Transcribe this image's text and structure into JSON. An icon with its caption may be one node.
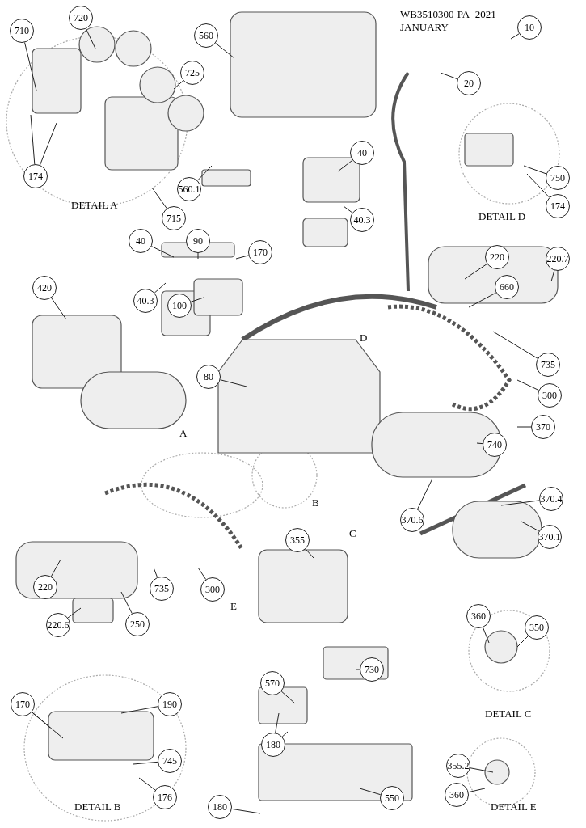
{
  "diagram": {
    "nodes": [
      {
        "text": [
          "710"
        ]
      },
      {
        "text": [
          "720"
        ]
      },
      {
        "text": [
          "560"
        ]
      },
      {
        "text": [
          "10"
        ]
      },
      {
        "text": [
          "725"
        ]
      },
      {
        "text": [
          "20"
        ]
      },
      {
        "text": [
          "40"
        ]
      },
      {
        "text": [
          "174"
        ]
      },
      {
        "text": [
          "560.1"
        ]
      },
      {
        "text": [
          "750"
        ]
      },
      {
        "text": [
          "174"
        ]
      },
      {
        "text": [
          "715"
        ]
      },
      {
        "text": [
          "40.3"
        ]
      },
      {
        "text": [
          "40"
        ]
      },
      {
        "text": [
          "90"
        ]
      },
      {
        "text": [
          "170"
        ]
      },
      {
        "text": [
          "220"
        ]
      },
      {
        "text": [
          "220.7"
        ]
      },
      {
        "text": [
          "420"
        ]
      },
      {
        "text": [
          "660"
        ]
      },
      {
        "text": [
          "40.3"
        ]
      },
      {
        "text": [
          "100"
        ]
      },
      {
        "text": [
          "735"
        ]
      },
      {
        "text": [
          "80"
        ]
      },
      {
        "text": [
          "300"
        ]
      },
      {
        "text": [
          "370"
        ]
      },
      {
        "text": [
          "740"
        ]
      },
      {
        "text": [
          "370.4"
        ]
      },
      {
        "text": [
          "370.6"
        ]
      },
      {
        "text": [
          "370.1"
        ]
      },
      {
        "text": [
          "355"
        ]
      },
      {
        "text": [
          "220"
        ]
      },
      {
        "text": [
          "735"
        ]
      },
      {
        "text": [
          "300"
        ]
      },
      {
        "text": [
          "360"
        ]
      },
      {
        "text": [
          "220.6"
        ]
      },
      {
        "text": [
          "250"
        ]
      },
      {
        "text": [
          "350"
        ]
      },
      {
        "text": [
          "730"
        ]
      },
      {
        "text": [
          "570"
        ]
      },
      {
        "text": [
          "170"
        ]
      },
      {
        "text": [
          "190"
        ]
      },
      {
        "text": [
          "180"
        ]
      },
      {
        "text": [
          "745"
        ]
      },
      {
        "text": [
          "355.2"
        ]
      },
      {
        "text": [
          "360"
        ]
      },
      {
        "text": [
          "176"
        ]
      },
      {
        "text": [
          "180"
        ]
      },
      {
        "text": [
          "550"
        ]
      }
    ],
    "edges": [
      {
        "from": 0,
        "to": null,
        "arrow": "none"
      },
      {
        "from": 1,
        "to": null,
        "arrow": "none"
      },
      {
        "from": 2,
        "to": null,
        "arrow": "none"
      },
      {
        "from": 3,
        "to": null,
        "arrow": "none"
      },
      {
        "from": 4,
        "to": null,
        "arrow": "none"
      },
      {
        "from": 5,
        "to": null,
        "arrow": "none"
      },
      {
        "from": 6,
        "to": null,
        "arrow": "none"
      },
      {
        "from": 7,
        "to": null,
        "arrow": "none"
      },
      {
        "from": 7,
        "to": null,
        "arrow": "none"
      },
      {
        "from": 8,
        "to": null,
        "arrow": "none"
      },
      {
        "from": 9,
        "to": null,
        "arrow": "none"
      },
      {
        "from": 10,
        "to": null,
        "arrow": "none"
      },
      {
        "from": 11,
        "to": null,
        "arrow": "none"
      },
      {
        "from": 12,
        "to": null,
        "arrow": "none"
      },
      {
        "from": 13,
        "to": null,
        "arrow": "none"
      },
      {
        "from": 14,
        "to": null,
        "arrow": "none"
      },
      {
        "from": 15,
        "to": null,
        "arrow": "none"
      },
      {
        "from": 16,
        "to": null,
        "arrow": "none"
      },
      {
        "from": 17,
        "to": null,
        "arrow": "none"
      },
      {
        "from": 18,
        "to": null,
        "arrow": "none"
      },
      {
        "from": 19,
        "to": null,
        "arrow": "none"
      },
      {
        "from": 20,
        "to": null,
        "arrow": "none"
      },
      {
        "from": 21,
        "to": null,
        "arrow": "none"
      },
      {
        "from": 22,
        "to": null,
        "arrow": "none"
      },
      {
        "from": 23,
        "to": null,
        "arrow": "none"
      },
      {
        "from": 24,
        "to": null,
        "arrow": "none"
      },
      {
        "from": 25,
        "to": null,
        "arrow": "none"
      },
      {
        "from": 26,
        "to": null,
        "arrow": "none"
      },
      {
        "from": 27,
        "to": null,
        "arrow": "none"
      },
      {
        "from": 28,
        "to": null,
        "arrow": "none"
      },
      {
        "from": 29,
        "to": null,
        "arrow": "none"
      },
      {
        "from": 30,
        "to": null,
        "arrow": "none"
      },
      {
        "from": 31,
        "to": null,
        "arrow": "none"
      },
      {
        "from": 32,
        "to": null,
        "arrow": "none"
      },
      {
        "from": 33,
        "to": null,
        "arrow": "none"
      },
      {
        "from": 34,
        "to": null,
        "arrow": "none"
      },
      {
        "from": 35,
        "to": null,
        "arrow": "none"
      },
      {
        "from": 36,
        "to": null,
        "arrow": "none"
      },
      {
        "from": 37,
        "to": null,
        "arrow": "none"
      },
      {
        "from": 38,
        "to": null,
        "arrow": "none"
      },
      {
        "from": 39,
        "to": null,
        "arrow": "none"
      },
      {
        "from": 40,
        "to": null,
        "arrow": "none"
      },
      {
        "from": 40,
        "to": null,
        "arrow": "none"
      },
      {
        "from": 41,
        "to": null,
        "arrow": "none"
      },
      {
        "from": 42,
        "to": null,
        "arrow": "none"
      },
      {
        "from": 42,
        "to": null,
        "arrow": "none"
      },
      {
        "from": 43,
        "to": null,
        "arrow": "none"
      },
      {
        "from": 44,
        "to": null,
        "arrow": "none"
      },
      {
        "from": 45,
        "to": null,
        "arrow": "none"
      },
      {
        "from": 46,
        "to": null,
        "arrow": "none"
      },
      {
        "from": 47,
        "to": null,
        "arrow": "none"
      },
      {
        "from": 48,
        "to": null,
        "arrow": "none"
      }
    ],
    "labels": [
      "WB3510300-PA_2021 JANUARY",
      "DETAIL A",
      "DETAIL D",
      "D",
      "A",
      "B",
      "C",
      "E",
      "DETAIL C",
      "DETAIL B",
      "DETAIL E"
    ]
  }
}
